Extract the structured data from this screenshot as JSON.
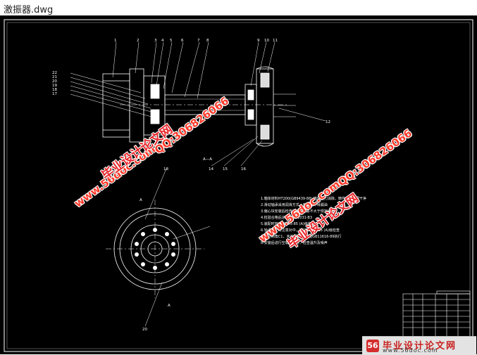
{
  "window": {
    "title": "激振器.dwg"
  },
  "drawing": {
    "section_label": "A—A",
    "part_numbers_top": [
      "1",
      "2",
      "3",
      "4",
      "5",
      "6",
      "7",
      "8",
      "9",
      "10",
      "11"
    ],
    "part_numbers_left": [
      "22",
      "21",
      "20",
      "19",
      "18",
      "17"
    ],
    "part_numbers_right": [
      "12"
    ],
    "part_numbers_bottom": [
      "16",
      "15",
      "14"
    ],
    "part_numbers_circle": [
      "18",
      "20"
    ],
    "section_mark_a": "A",
    "tech_notes": [
      "1.箱体材料HT200(GB9439-88)  铸件应力消除，铸件表面清理干净",
      "2.滑动轴承采用润滑方式，密封处不得漏油",
      "3.偏心块安装后检查平衡，偏差不大于规定值",
      "4.检验合格后涂漆，GB1031-B3",
      "5.装配时按GB8063-85 (A)级执行",
      "6.轴承装配时注意对中，按GB8063-85 (A)级检查",
      "7.未注倒角C1，未注圆角R2，按GB11616-89执行",
      "8.安装后进行空载试运转，检查温升及噪声"
    ]
  },
  "watermarks": {
    "url": "www.56doc.com",
    "site": "毕业设计论文网",
    "qq": "QQ:306826066"
  },
  "banner": {
    "logo": "56",
    "name": "毕业设计论文网",
    "url": "www.56doc.com"
  },
  "colors": {
    "background": "#000000",
    "line": "#ffffff",
    "leader": "#ffffff",
    "watermark_red": "#e8262a",
    "titlebar": "#ffffff"
  }
}
